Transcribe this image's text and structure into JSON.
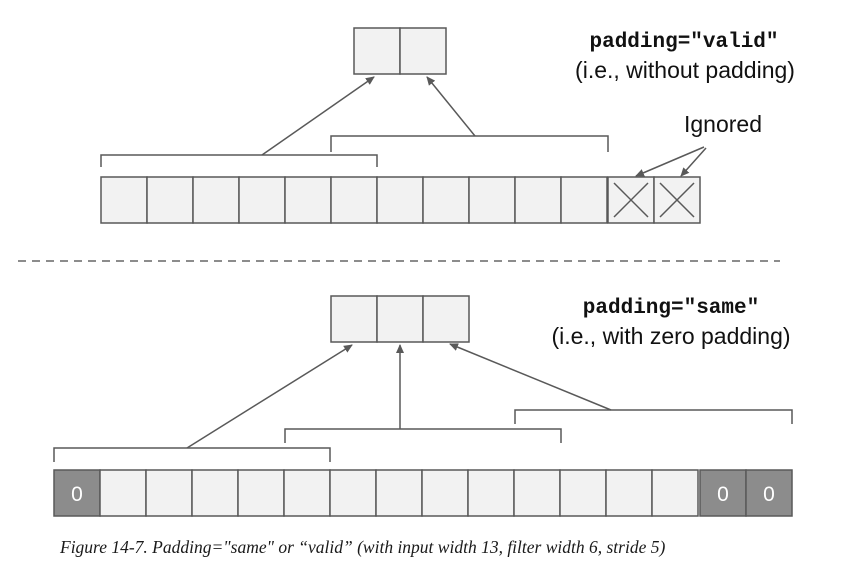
{
  "valid": {
    "label": "padding=\"valid\"",
    "sublabel": "(i.e., without padding)",
    "ignored_label": "Ignored"
  },
  "same": {
    "label": "padding=\"same\"",
    "sublabel": "(i.e., with zero padding)",
    "pad_value": "0"
  },
  "caption": "Figure 14-7. Padding=\"same\" or “valid” (with input width 13, filter width 6, stride 5)"
}
